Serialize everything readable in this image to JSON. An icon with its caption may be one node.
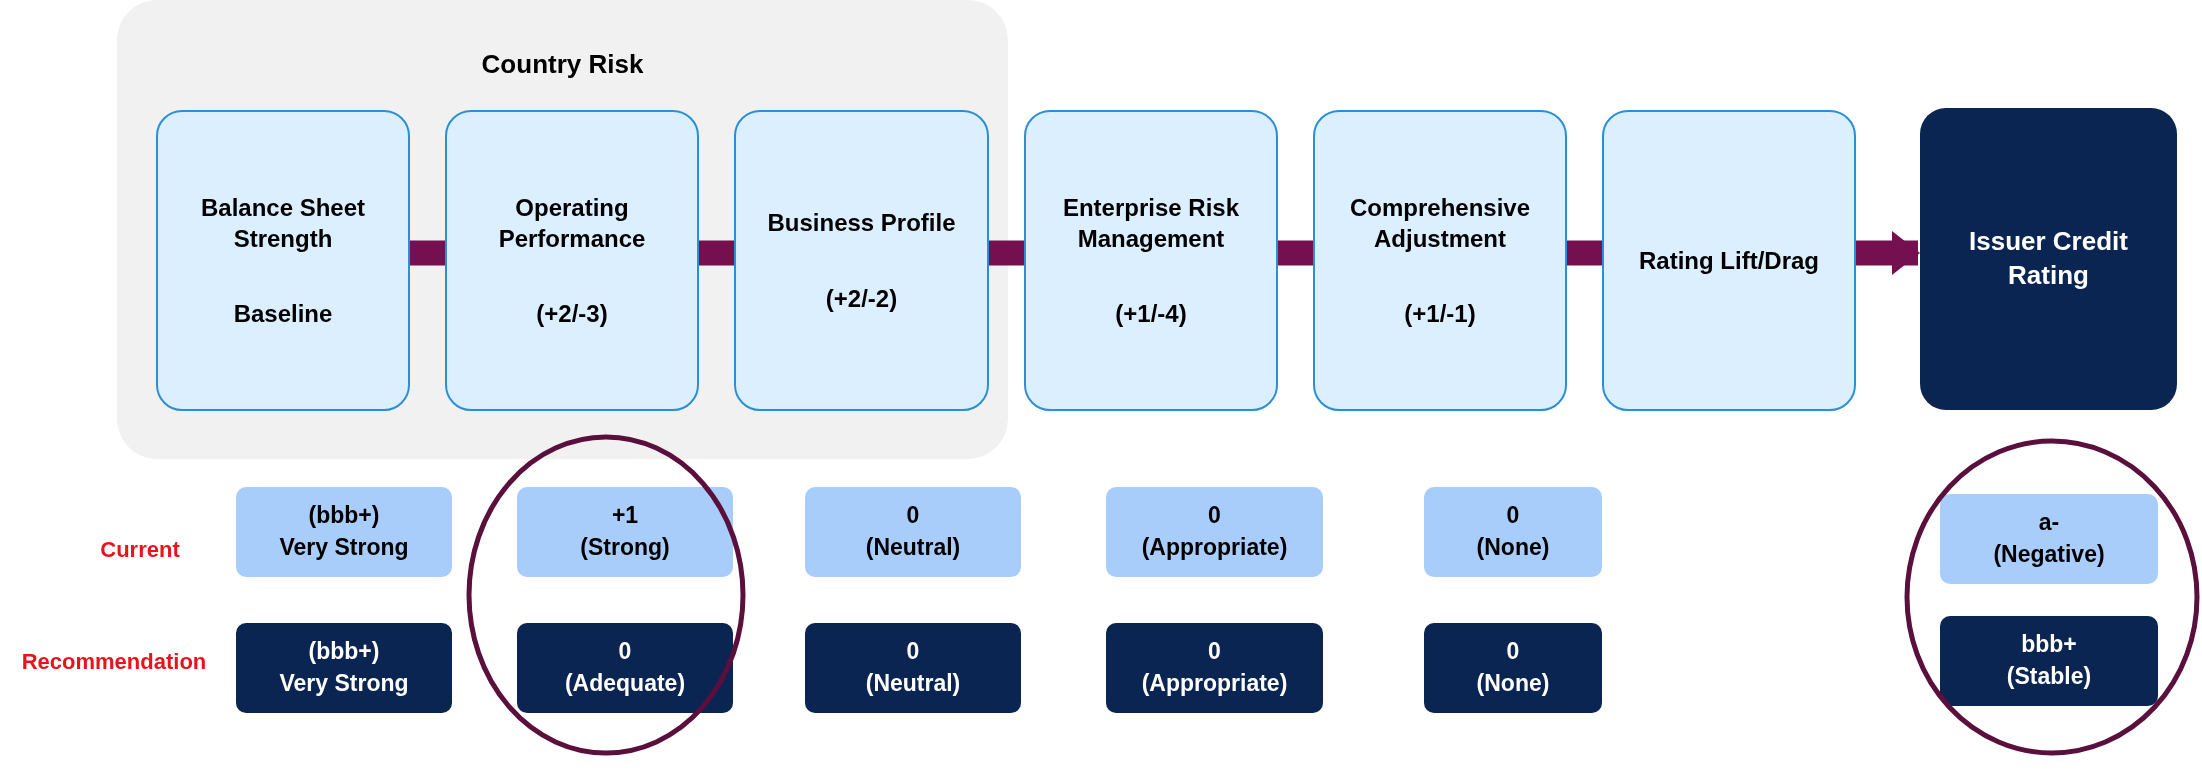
{
  "diagram": {
    "nodes": [
      {
        "text": [
          "Country Risk"
        ]
      },
      {
        "text": [
          "Balance Sheet Strength",
          "Baseline"
        ],
        "in": 0
      },
      {
        "text": [
          "Operating Performance",
          "(+2/-3)"
        ],
        "in": 0
      },
      {
        "text": [
          "Business Profile",
          "(+2/-2)"
        ],
        "in": 0
      },
      {
        "text": [
          "Enterprise Risk Management",
          "(+1/-4)"
        ]
      },
      {
        "text": [
          "Comprehensive Adjustment",
          "(+1/-1)"
        ]
      },
      {
        "text": [
          "Rating Lift/Drag"
        ]
      },
      {
        "text": [
          "Issuer Credit Rating"
        ]
      },
      {
        "text": [
          "(bbb+)",
          "Very Strong"
        ]
      },
      {
        "text": [
          "+1",
          "(Strong)"
        ]
      },
      {
        "text": [
          "0",
          "(Neutral)"
        ]
      },
      {
        "text": [
          "0",
          "(Appropriate)"
        ]
      },
      {
        "text": [
          "0",
          "(None)"
        ]
      },
      {
        "text": [
          "a-",
          "(Negative)"
        ]
      },
      {
        "text": [
          "(bbb+)",
          "Very Strong"
        ]
      },
      {
        "text": [
          "0",
          "(Adequate)"
        ]
      },
      {
        "text": [
          "0",
          "(Neutral)"
        ]
      },
      {
        "text": [
          "0",
          "(Appropriate)"
        ]
      },
      {
        "text": [
          "0",
          "(None)"
        ]
      },
      {
        "text": [
          "bbb+",
          "(Stable)"
        ]
      }
    ],
    "edges": [
      {
        "from": 1,
        "to": 2,
        "arrow": "none"
      },
      {
        "from": 2,
        "to": 3,
        "arrow": "none"
      },
      {
        "from": 3,
        "to": 4,
        "arrow": "none"
      },
      {
        "from": 4,
        "to": 5,
        "arrow": "none"
      },
      {
        "from": 5,
        "to": 6,
        "arrow": "none"
      },
      {
        "from": 6,
        "to": 7,
        "arrow": "to"
      }
    ],
    "labels": [
      "Current",
      "Recommendation"
    ]
  }
}
